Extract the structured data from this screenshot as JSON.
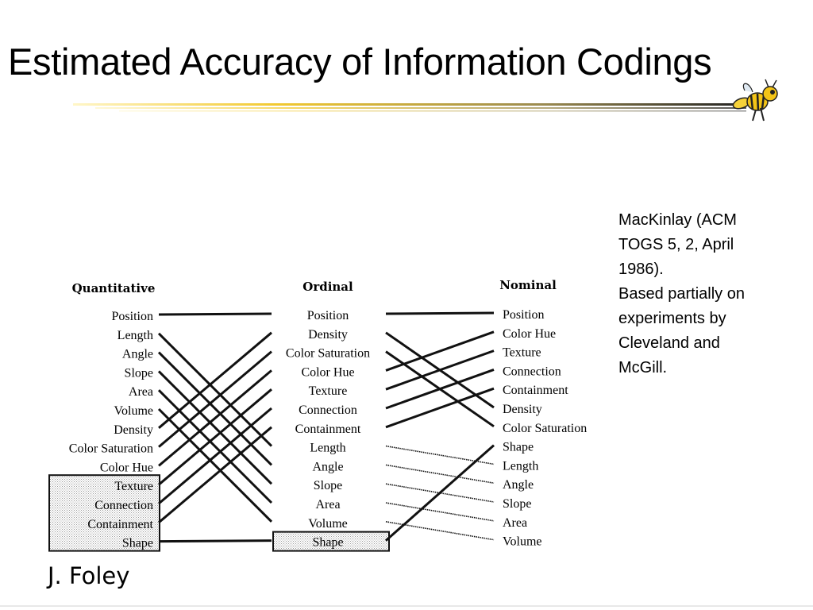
{
  "slide": {
    "title": "Estimated Accuracy of Information Codings",
    "citation_lines": [
      "MacKinlay (ACM",
      "TOGS 5, 2, April",
      "1986).",
      "Based partially on",
      "experiments by",
      "Cleveland and",
      "McGill."
    ],
    "author": "J. Foley",
    "accent_color": "#f0c020"
  },
  "diagram": {
    "columns": {
      "quantitative": {
        "heading": "Quantitative",
        "items": [
          "Position",
          "Length",
          "Angle",
          "Slope",
          "Area",
          "Volume",
          "Density",
          "Color Saturation",
          "Color Hue",
          "Texture",
          "Connection",
          "Containment",
          "Shape"
        ],
        "boxed_items": [
          "Texture",
          "Connection",
          "Containment",
          "Shape"
        ]
      },
      "ordinal": {
        "heading": "Ordinal",
        "items": [
          "Position",
          "Density",
          "Color Saturation",
          "Color Hue",
          "Texture",
          "Connection",
          "Containment",
          "Length",
          "Angle",
          "Slope",
          "Area",
          "Volume",
          "Shape"
        ],
        "boxed_items": [
          "Shape"
        ]
      },
      "nominal": {
        "heading": "Nominal",
        "items": [
          "Position",
          "Color Hue",
          "Texture",
          "Connection",
          "Containment",
          "Density",
          "Color Saturation",
          "Shape",
          "Length",
          "Angle",
          "Slope",
          "Area",
          "Volume"
        ],
        "boxed_items": []
      }
    }
  }
}
